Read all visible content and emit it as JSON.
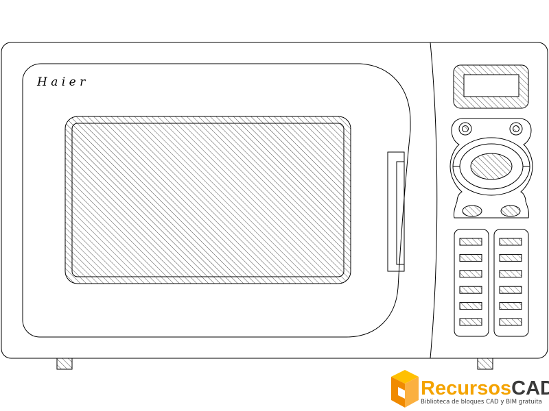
{
  "brand": {
    "text": "H a i e r"
  },
  "logo": {
    "part1": "Recursos",
    "part2": "CAD",
    "tagline": "Biblioteca de bloques CAD y BIM gratuita",
    "colors": {
      "orange": "#f4a300",
      "dark": "#3a3a3a",
      "cube_top": "#ffc000",
      "cube_left": "#f08a00",
      "cube_right": "#fbb040"
    }
  },
  "drawing": {
    "line_color": "#000000",
    "background": "#ffffff",
    "keypad_rows_per_column": 6,
    "keypad_columns": 2
  }
}
